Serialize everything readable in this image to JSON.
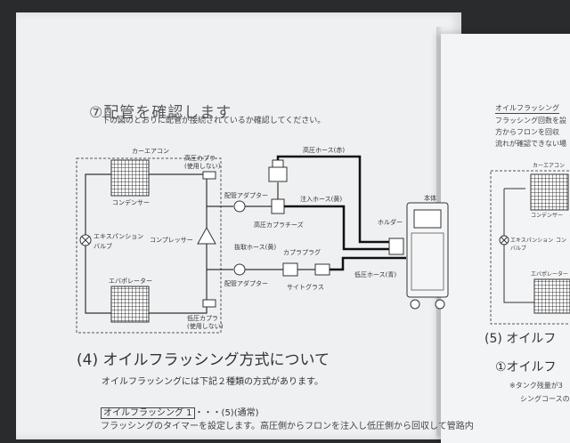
{
  "left_page": {
    "section_title": "⑦配管を確認します",
    "lead_text": "下の図のとおりに配管が接続されているか確認してください。",
    "diagram_labels": {
      "car_aircon": "カーエアコン",
      "high_coupler": "高圧カプラ",
      "high_coupler_unused": "(使用しない)",
      "condenser": "コンデンサー",
      "pipe_adapter_top": "配管アダプター",
      "expansion_valve_1": "エキスパンション",
      "expansion_valve_2": "バルブ",
      "compressor": "コンプレッサー",
      "evaporator": "エバポレーター",
      "pipe_adapter_bottom": "配管アダプター",
      "low_coupler": "低圧カプラ",
      "low_coupler_unused": "(使用しない)",
      "high_hose_red": "高圧ホース(赤)",
      "injection_hose_yellow": "注入ホース(黄)",
      "high_coupler_tees": "高圧カプラチーズ",
      "extraction_hose_yellow": "抜取ホース(黄)",
      "coupler_plug": "カプラプラグ",
      "sight_glass": "サイトグラス",
      "low_hose_blue": "低圧ホース(青)",
      "holder": "ホルダー",
      "main_unit": "本体"
    },
    "section4_title": "(4) オイルフラッシング方式について",
    "section4_body": "オイルフラッシングには下記２種類の方式があります。",
    "flush1_label": "オイルフラッシング 1",
    "flush1_suffix": "・・・(5)(通常)",
    "flush1_body": "フラッシングのタイマーを設定します。高圧側からフロンを注入し低圧側から回収して管路内"
  },
  "right_page": {
    "heading": "オイルフラッシング",
    "line1": "フラッシング回数を設",
    "line2": "方からフロンを回収",
    "line3": "流れが確認できない場",
    "diagram_car_aircon": "カーエアコン",
    "diagram_condenser": "コンデンサー",
    "diagram_expansion_1": "エキスパンション",
    "diagram_expansion_2": "バルブ",
    "diagram_comp": "コン",
    "diagram_evaporator": "エバポレーター",
    "section5": "(5) オイルフ",
    "sub1": "①オイルフ",
    "note1": "※タンク残量が3",
    "note2": "シングコースの"
  }
}
